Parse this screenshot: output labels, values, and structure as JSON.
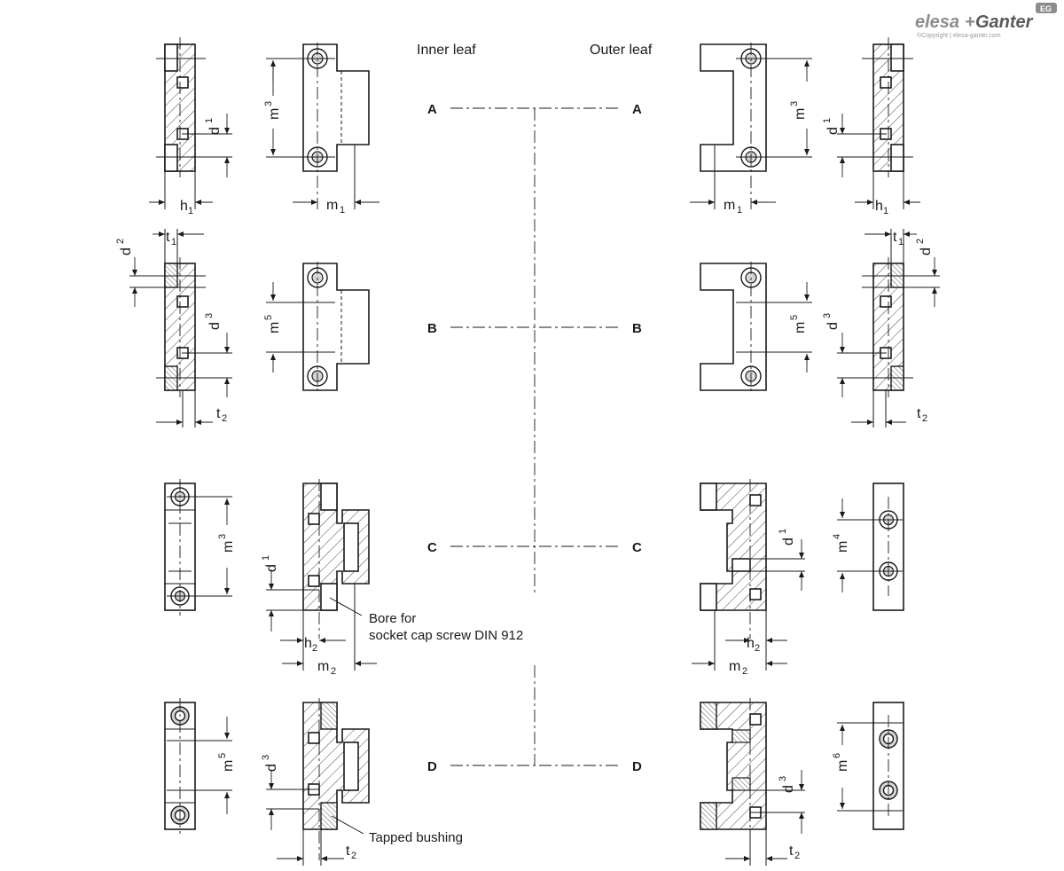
{
  "brand": {
    "logo_elesa": "elesa",
    "logo_plus": "+",
    "logo_ganter": "Ganter",
    "badge": "EG",
    "copyright": "©Copyright | elesa-ganter.com",
    "color_grey": "#8c8c8c",
    "color_dark": "#5a5a5a"
  },
  "headings": {
    "inner_leaf": "Inner leaf",
    "outer_leaf": "Outer leaf"
  },
  "views": [
    "A",
    "B",
    "C",
    "D"
  ],
  "notes": {
    "bore_line1": "Bore for",
    "bore_line2": "socket cap screw DIN 912",
    "tapped": "Tapped bushing"
  },
  "dims": {
    "h": "h",
    "d": "d",
    "m": "m",
    "t": "t",
    "s1": "1",
    "s2": "2",
    "s3": "3",
    "s4": "4",
    "s5": "5",
    "s6": "6"
  }
}
